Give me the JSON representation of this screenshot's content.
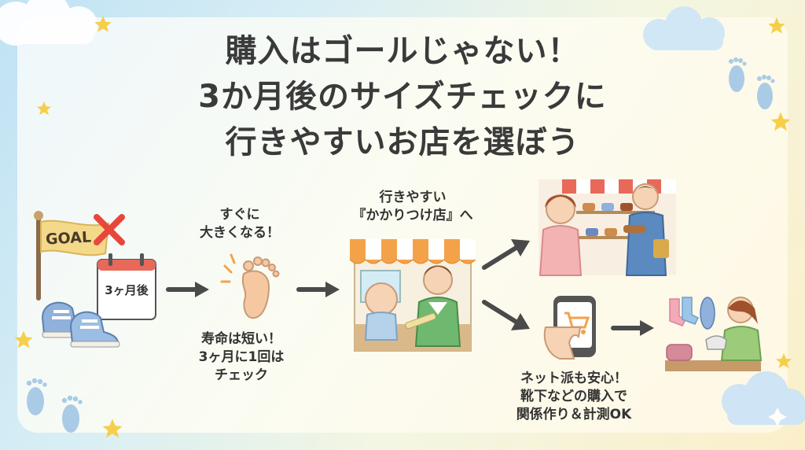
{
  "title": {
    "line1": "購入はゴールじゃない！",
    "line2": "3か月後のサイズチェックに",
    "line3": "行きやすいお店を選ぼう"
  },
  "goal_flag": {
    "text": "GOAL"
  },
  "calendar": {
    "text": "3ヶ月後"
  },
  "captions": {
    "grow_fast": [
      "すぐに",
      "大きくなる！"
    ],
    "short_life": [
      "寿命は短い！",
      "3ヶ月に1回は",
      "チェック"
    ],
    "regular_store": [
      "行きやすい",
      "『かかりつけ店』へ"
    ],
    "online": [
      "ネット派も安心！",
      "靴下などの購入で",
      "関係作り＆計測OK"
    ]
  },
  "colors": {
    "accent_red": "#e8473c",
    "arrow": "#4a4a4a",
    "star": "#f6cf4a",
    "footprint": "#a9cbe6",
    "shoe": "#8fb1dc",
    "awning_orange": "#f3a24a",
    "awning_red": "#e8695a"
  },
  "icons": [
    "goal-flag-icon",
    "cross-icon",
    "calendar-icon",
    "baby-shoes-icon",
    "footprint-icon",
    "arrow-icon",
    "shop-icon",
    "smartphone-cart-icon",
    "star-icon",
    "cloud-icon"
  ]
}
